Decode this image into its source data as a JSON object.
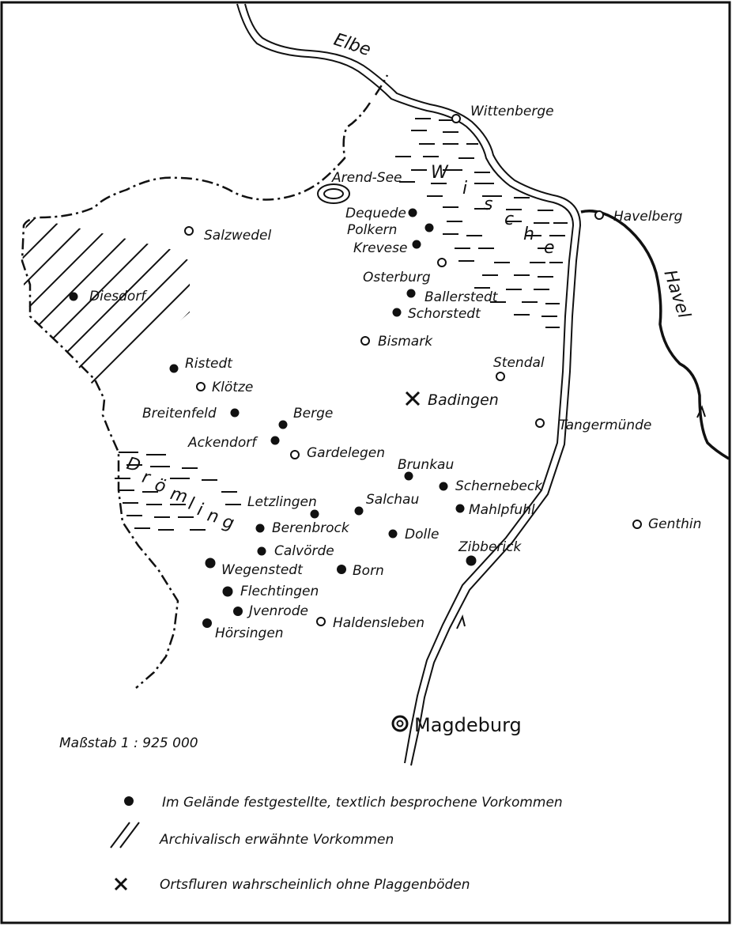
{
  "rivers": {
    "elbe": "Elbe",
    "havel": "Havel"
  },
  "regions": {
    "wische_letters": [
      "W",
      "i",
      "s",
      "c",
      "h",
      "e"
    ],
    "droemling_letters": [
      "D",
      "r",
      "ö",
      "m",
      "l",
      "i",
      "n",
      "g"
    ]
  },
  "places": {
    "wittenberge": "Wittenberge",
    "arend_see": "Arend-See",
    "havelberg": "Havelberg",
    "salzwedel": "Salzwedel",
    "dequede": "Dequede",
    "polkern": "Polkern",
    "krevese": "Krevese",
    "osterburg": "Osterburg",
    "diesdorf": "Diesdorf",
    "ballerstedt": "Ballerstedt",
    "schorstedt": "Schorstedt",
    "bismark": "Bismark",
    "ristedt": "Ristedt",
    "stendal": "Stendal",
    "kloetze": "Klötze",
    "badingen": "Badingen",
    "breitenfeld": "Breitenfeld",
    "berge": "Berge",
    "tangermuende": "Tangermünde",
    "ackendorf": "Ackendorf",
    "gardelegen": "Gardelegen",
    "brunkau": "Brunkau",
    "schernebeck": "Schernebeck",
    "letzlingen": "Letzlingen",
    "salchau": "Salchau",
    "mahlpfuhl": "Mahlpfuhl",
    "genthin": "Genthin",
    "berenbrock": "Berenbrock",
    "dolle": "Dolle",
    "calvoerde": "Calvörde",
    "zibberick": "Zibberick",
    "wegenstedt": "Wegenstedt",
    "born": "Born",
    "flechtingen": "Flechtingen",
    "ivenrode": "Jvenrode",
    "haldensleben": "Haldensleben",
    "hoersingen": "Hörsingen",
    "magdeburg": "Magdeburg"
  },
  "scale": "Maßstab 1 : 925 000",
  "legend": {
    "field_confirmed": "Im Gelände festgestellte, textlich besprochene Vorkommen",
    "archival": "Archivalisch erwähnte Vorkommen",
    "without_plaggen": "Ortsfluren wahrscheinlich ohne Plaggenböden"
  },
  "colors": {
    "ink": "#111111",
    "paper": "#ffffff"
  }
}
